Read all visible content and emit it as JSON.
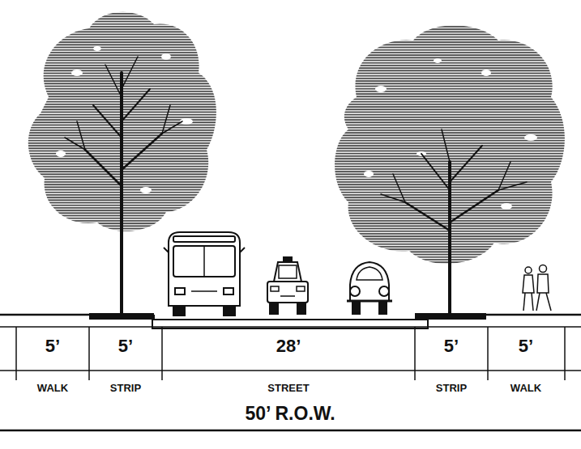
{
  "diagram": {
    "labels": [
      "5’",
      "5’",
      "28’",
      "5’",
      "5’",
      "WALK",
      "STRIP",
      "STREET",
      "STRIP",
      "WALK",
      "50’ R.O.W."
    ]
  }
}
